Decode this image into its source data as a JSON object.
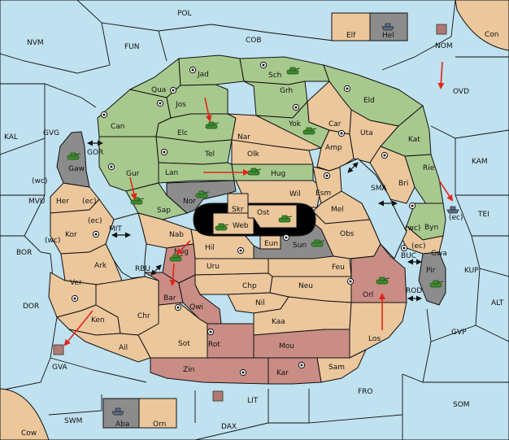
{
  "colors": {
    "sea": "#bfe1f0",
    "green": "#a8c98e",
    "tan": "#ecc79c",
    "rose": "#c98d85",
    "gray": "#8c8c8c",
    "black": "#000000",
    "arrow": "#e1251b",
    "unit_green": "#3c8c2c",
    "fleet_blue": "#5d6e8c",
    "army_rose": "#b07a72"
  },
  "sea_labels": {
    "pol": "POL",
    "nvm": "NVM",
    "fun": "FUN",
    "cob": "COB",
    "con": "Con",
    "nom": "NOM",
    "ovd": "OVD",
    "kal": "KAL",
    "gvg": "GVG",
    "kam": "KAM",
    "mvu": "MVU",
    "sma": "SMA",
    "tei": "TEI",
    "mit": "MIT",
    "bor": "BOR",
    "rbu": "RBU",
    "kup": "KUP",
    "buc": "BUC",
    "dor": "DOR",
    "rod": "ROD",
    "alt": "ALT",
    "gvp": "GVP",
    "gva": "GVA",
    "fro": "FRO",
    "lit": "LIT",
    "som": "SOM",
    "swm": "SWM",
    "dax": "DAX",
    "cow": "Cow",
    "gor": "GOR"
  },
  "island_labels": {
    "elf": "Elf",
    "hel": "Hel",
    "aba": "Aba",
    "orn": "Orn"
  },
  "land_labels": {
    "jad": "Jad",
    "sch": "Sch",
    "qua": "Qua",
    "jos": "Jos",
    "grh": "Grh",
    "eld": "Eld",
    "can": "Can",
    "elc": "Elc",
    "nar": "Nar",
    "yok": "Yok",
    "car": "Car",
    "uta": "Uta",
    "tel": "Tel",
    "olk": "Olk",
    "amp": "Amp",
    "kat": "Kat",
    "gaw": "Gaw",
    "gur": "Gur",
    "lan": "Lan",
    "hug": "Hug",
    "rie": "Rie",
    "bri": "Bri",
    "wil": "Wil",
    "esm": "Esm",
    "her": "Her",
    "nor": "Nor",
    "sap": "Sap",
    "skr": "Skr",
    "ost": "Ost",
    "web": "Web",
    "mel": "Mel",
    "byn": "Byn",
    "kor": "Kor",
    "nab": "Nab",
    "eun": "Eun",
    "obs": "Obs",
    "hil": "Hil",
    "sun": "Sun",
    "gwa": "Gwa",
    "ark": "Ark",
    "nog": "Nog",
    "uru": "Uru",
    "feu": "Feu",
    "pir": "Pir",
    "ver": "Ver",
    "bar": "Bar",
    "chp": "Chp",
    "neu": "Neu",
    "orl": "Orl",
    "qwi": "Qwi",
    "nil": "Nil",
    "ken": "Ken",
    "chr": "Chr",
    "kaa": "Kaa",
    "los": "Los",
    "ail": "Ail",
    "sot": "Sot",
    "rot": "Rot",
    "mou": "Mou",
    "sam": "Sam",
    "zin": "Zin",
    "kar": "Kar"
  },
  "coast_labels": {
    "gaw_wc": "(wc)",
    "her_ec": "(ec)",
    "kor_ec": "(ec)",
    "kor_wc": "(wc)",
    "rie_ec": "(ec)",
    "byn_wc": "(wc)",
    "gwa_ec": "(ec)"
  }
}
